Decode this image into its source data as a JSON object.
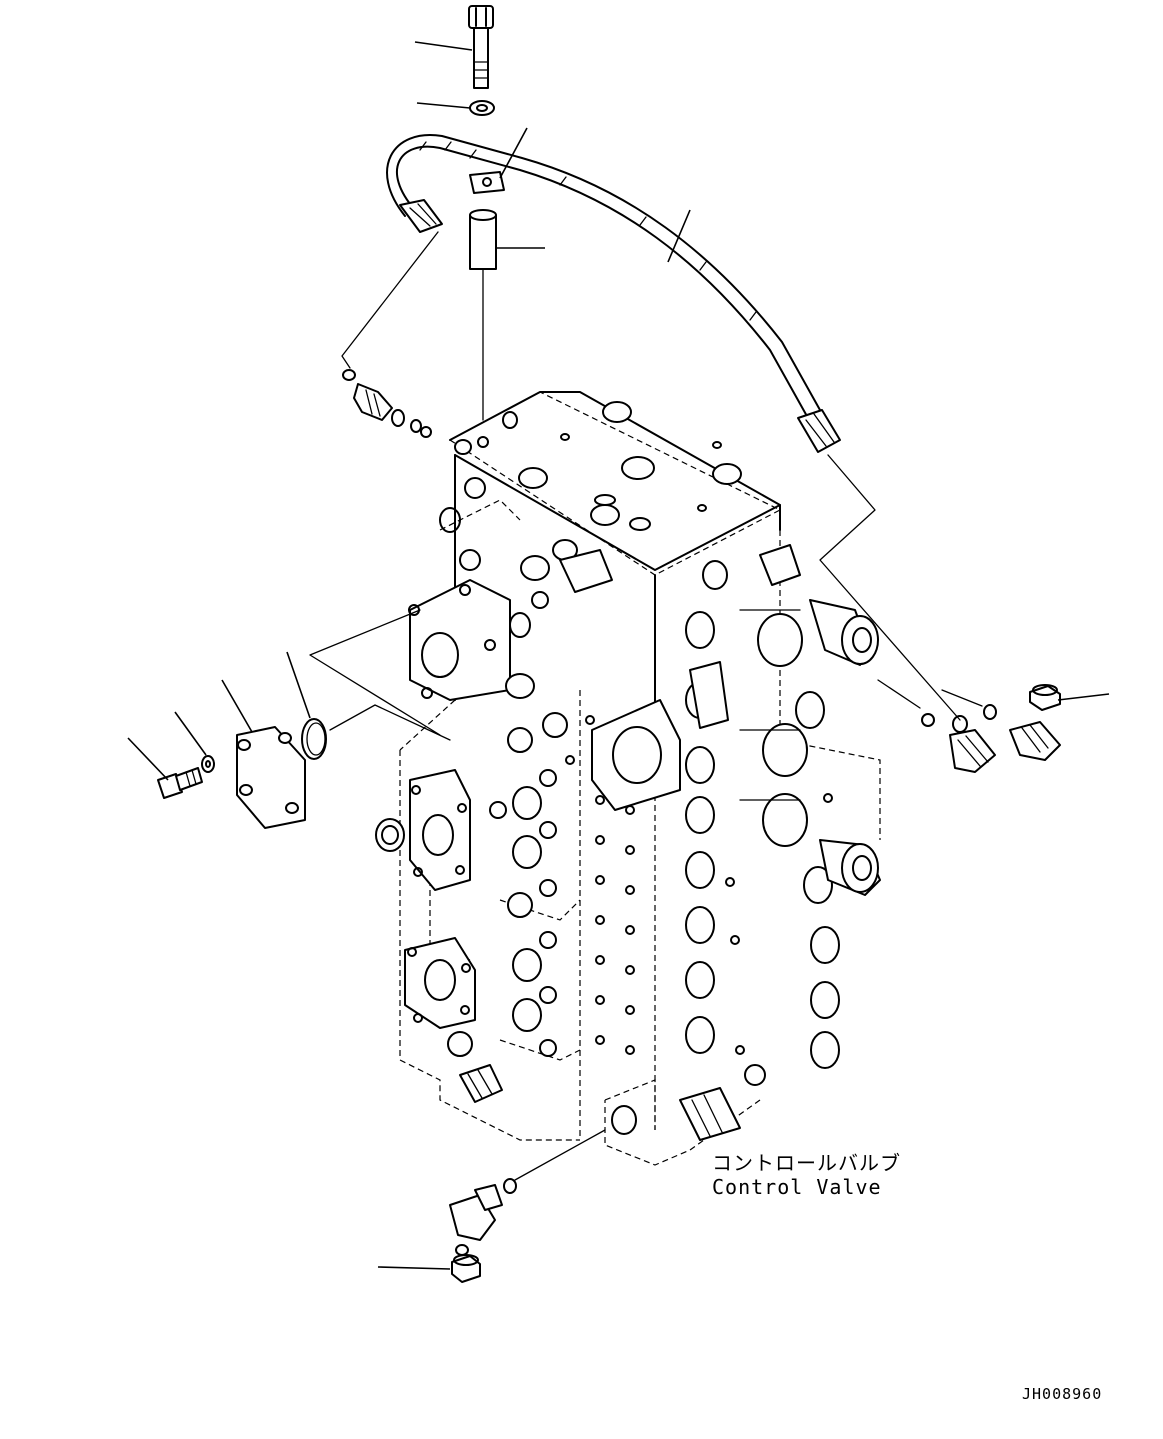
{
  "drawing": {
    "label_jp": "コントロールバルブ",
    "label_en": "Control Valve",
    "drawing_id": "JH008960"
  },
  "colors": {
    "ink": "#000000",
    "paper": "#ffffff"
  }
}
